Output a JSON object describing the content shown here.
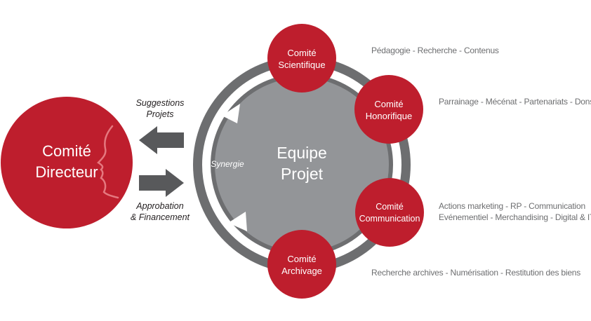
{
  "director": {
    "line1": "Comité",
    "line2": "Directeur"
  },
  "arrows": {
    "top_line1": "Suggestions",
    "top_line2": "Projets",
    "bottom_line1": "Approbation",
    "bottom_line2": "& Financement"
  },
  "center": {
    "line1": "Equipe",
    "line2": "Projet",
    "synergy": "Synergie"
  },
  "committees": [
    {
      "line1": "Comité",
      "line2": "Scientifique",
      "desc1": "Pédagogie - Recherche - Contenus",
      "desc2": ""
    },
    {
      "line1": "Comité",
      "line2": "Honorifique",
      "desc1": "Parrainage - Mécénat - Partenariats - Dons",
      "desc2": ""
    },
    {
      "line1": "Comité",
      "line2": "Communication",
      "desc1": "Actions marketing - RP - Communication",
      "desc2": "Evénementiel - Merchandising - Digital & IT"
    },
    {
      "line1": "Comité",
      "line2": "Archivage",
      "desc1": "Recherche archives - Numérisation - Restitution des biens",
      "desc2": ""
    }
  ],
  "colors": {
    "red": "#be1e2d",
    "gray": "#939598",
    "dark_gray": "#58595b",
    "ring": "#6d6e70"
  }
}
